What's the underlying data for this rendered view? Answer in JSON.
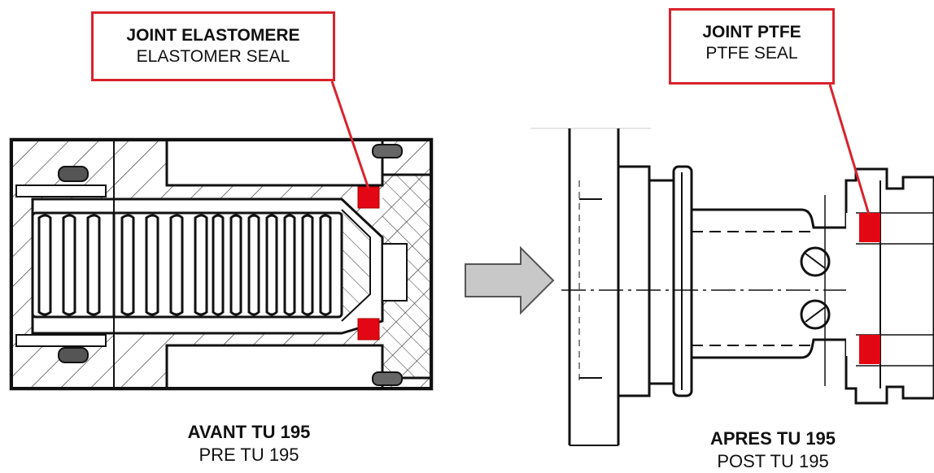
{
  "left_panel": {
    "callout": {
      "line1": "JOINT ELASTOMERE",
      "line2": "ELASTOMER SEAL"
    },
    "caption": {
      "line1": "AVANT TU 195",
      "line2": "PRE TU 195"
    }
  },
  "right_panel": {
    "callout": {
      "line1": "JOINT PTFE",
      "line2": "PTFE SEAL"
    },
    "caption": {
      "line1": "APRES TU 195",
      "line2": "POST TU 195"
    }
  },
  "colors": {
    "highlight_red": "#e30613",
    "callout_border": "#d9232e",
    "arrow_fill": "#c8c8c8",
    "line": "#111111",
    "oring_fill": "#555555"
  },
  "icons": {
    "transition_arrow": "right-arrow-icon"
  }
}
